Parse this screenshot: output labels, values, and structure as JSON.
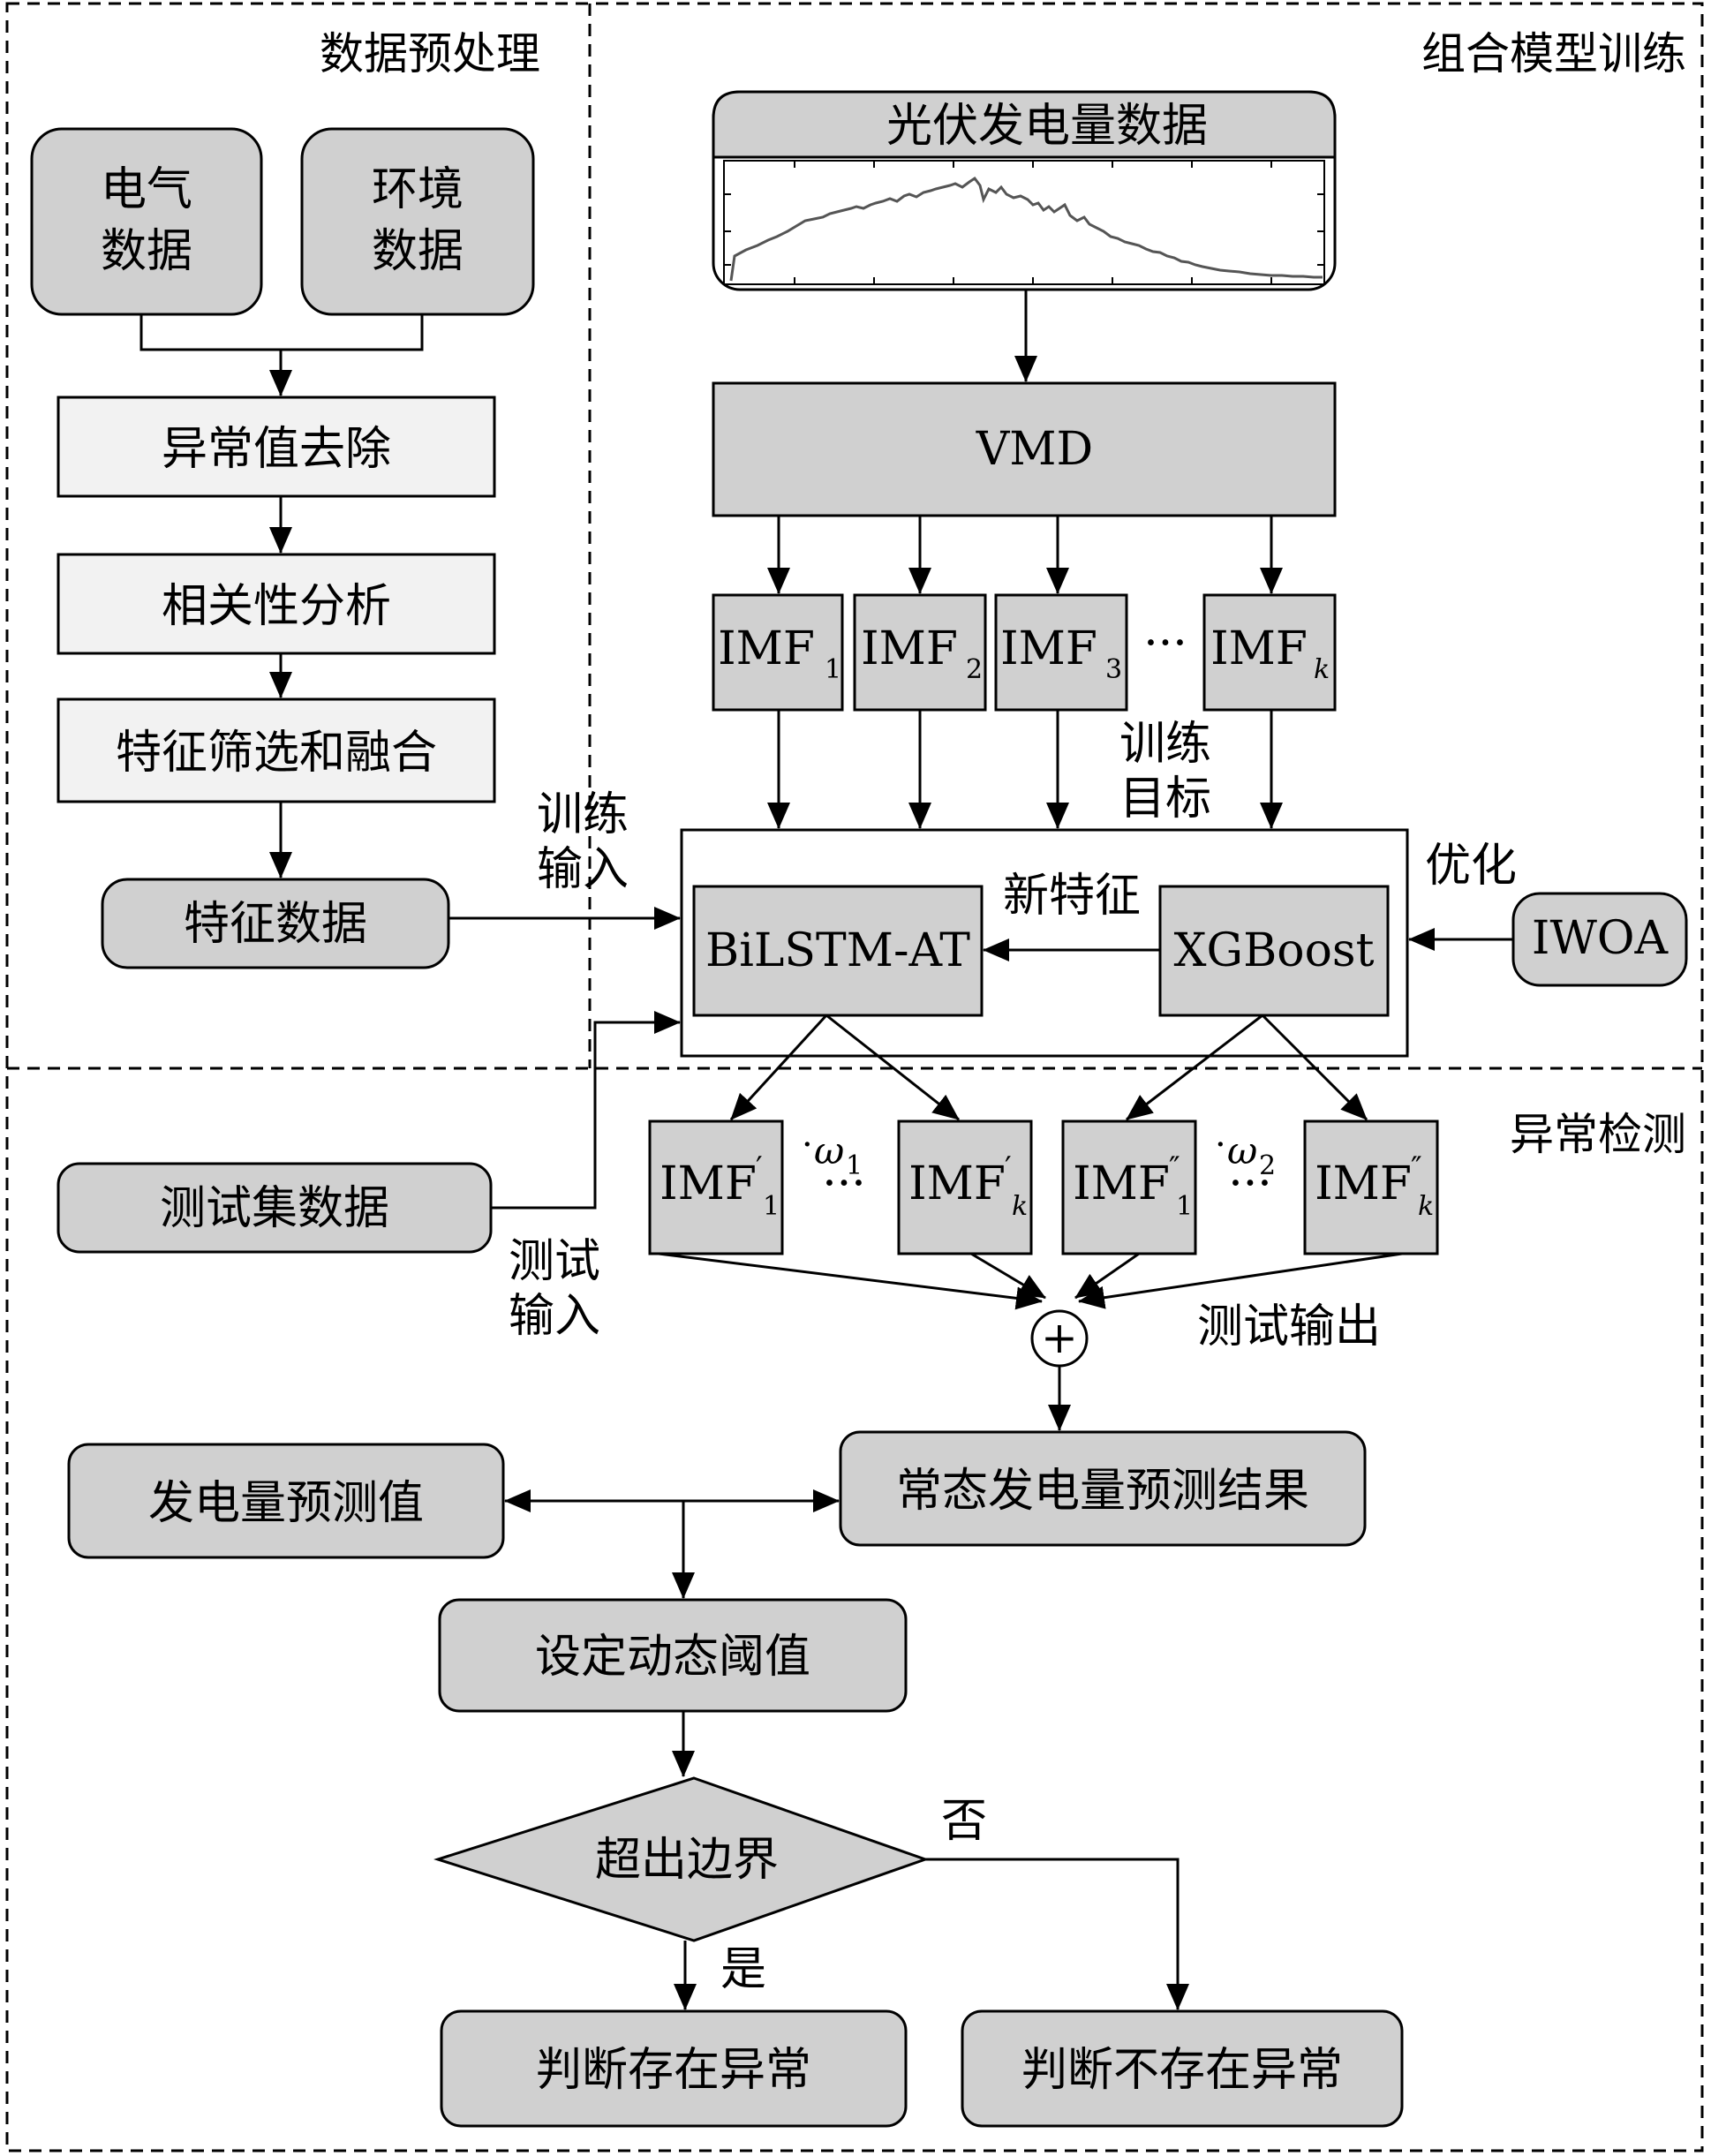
{
  "regions": {
    "preprocess": "数据预处理",
    "training": "组合模型训练",
    "detection": "异常检测"
  },
  "preprocess": {
    "electrical_line1": "电气",
    "electrical_line2": "数据",
    "environment_line1": "环境",
    "environment_line2": "数据",
    "outlier_removal": "异常值去除",
    "correlation": "相关性分析",
    "feature_fusion": "特征筛选和融合",
    "feature_data": "特征数据"
  },
  "training": {
    "pv_data": "光伏发电量数据",
    "vmd": "VMD",
    "imf_base": "IMF",
    "imf_subs": [
      "1",
      "2",
      "3",
      "k"
    ],
    "ellipsis": "···",
    "target_line1": "训练",
    "target_line2": "目标",
    "input_line1": "训练",
    "input_line2": "输入",
    "bilstm": "BiLSTM-AT",
    "xgboost": "XGBoost",
    "new_feature": "新特征",
    "optimize": "优化",
    "iwoa": "IWOA"
  },
  "detection": {
    "test_set": "测试集数据",
    "test_input_line1": "测试",
    "test_input_line2": "输入",
    "imf_prime_subs": [
      "1",
      "k"
    ],
    "imf_dprime_subs": [
      "1",
      "k"
    ],
    "omega": "ω",
    "omega1_sub": "1",
    "omega2_sub": "2",
    "test_output": "测试输出",
    "sum_symbol": "+",
    "normal_result": "常态发电量预测结果",
    "predicted": "发电量预测值",
    "threshold": "设定动态阈值",
    "decision": "超出边界",
    "yes": "是",
    "no": "否",
    "abnormal": "判断存在异常",
    "normal": "判断不存在异常"
  }
}
